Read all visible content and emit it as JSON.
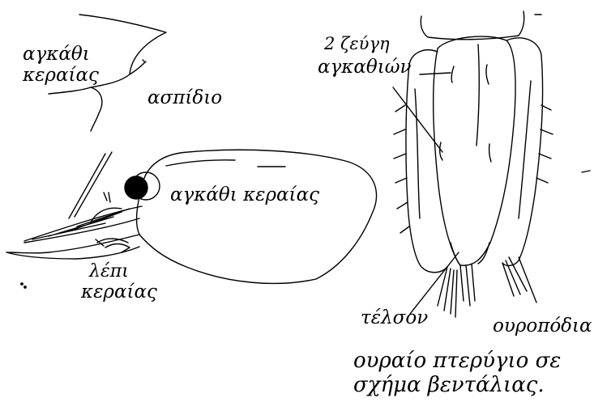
{
  "labels": {
    "rostral_spine_top": "αγκάθι",
    "rostral_spine_bottom": "κεραίας",
    "carapace": "ασπίδιο",
    "antennal_spine_mid": "αγκάθι κεραίας",
    "scale_top": "λέπι",
    "scale_bottom": "κεραίας",
    "pairs_top": "2 ζεύγη",
    "pairs_bottom": "αγκαθιών",
    "telson": "τέλσον",
    "uropods": "ουροπόδια",
    "tailfan_top": "ουραίο πτερύγιο σε",
    "tailfan_bottom": "σχήμα βεντάλιας."
  },
  "colors": {
    "ink": "#000000",
    "paper": "#ffffff"
  }
}
